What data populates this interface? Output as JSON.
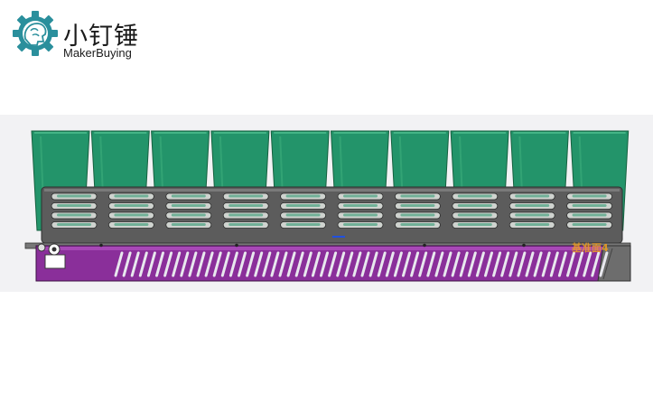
{
  "logo": {
    "title": "小钉锤",
    "subtitle": "MakerBuying",
    "icon": "gear-brain-icon",
    "color": "#2a8f9c"
  },
  "model": {
    "cup_count": 10,
    "cup_color": "#23946a",
    "frame_color": "#5c5c5c",
    "base_color": "#8a2f9a",
    "background_color": "#f2f2f4",
    "watermark": "基准面4"
  }
}
